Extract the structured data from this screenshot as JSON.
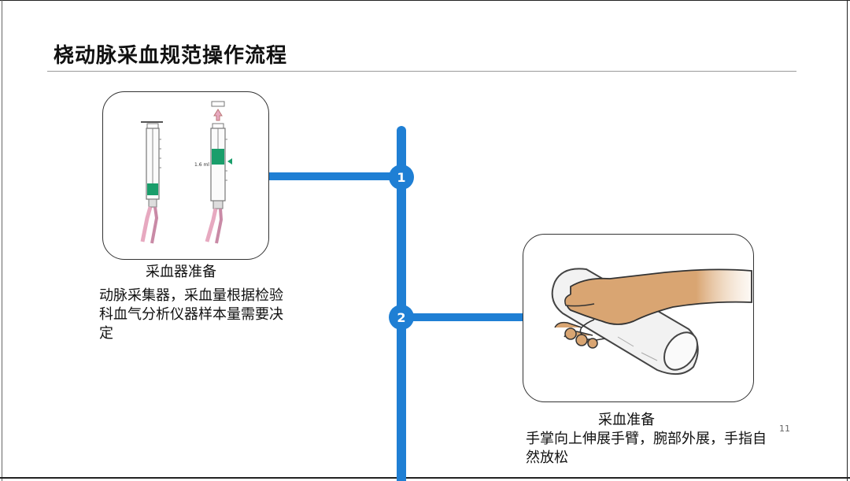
{
  "slide": {
    "title": "桡动脉采血规范操作流程",
    "page_number": "11"
  },
  "steps": [
    {
      "number": "1",
      "title": "采血器准备",
      "description": "动脉采集器，采血量根据检验科血气分析仪器样本量需要决定",
      "image_label": "1.6 ml"
    },
    {
      "number": "2",
      "title": "采血准备",
      "description": "手掌向上伸展手臂，腕部外展，手指自然放松"
    }
  ],
  "colors": {
    "timeline": "#1f7fd4",
    "syringe_fill": "#1a9e6b",
    "tube": "#e7a9c0",
    "skin": "#d9a572"
  }
}
